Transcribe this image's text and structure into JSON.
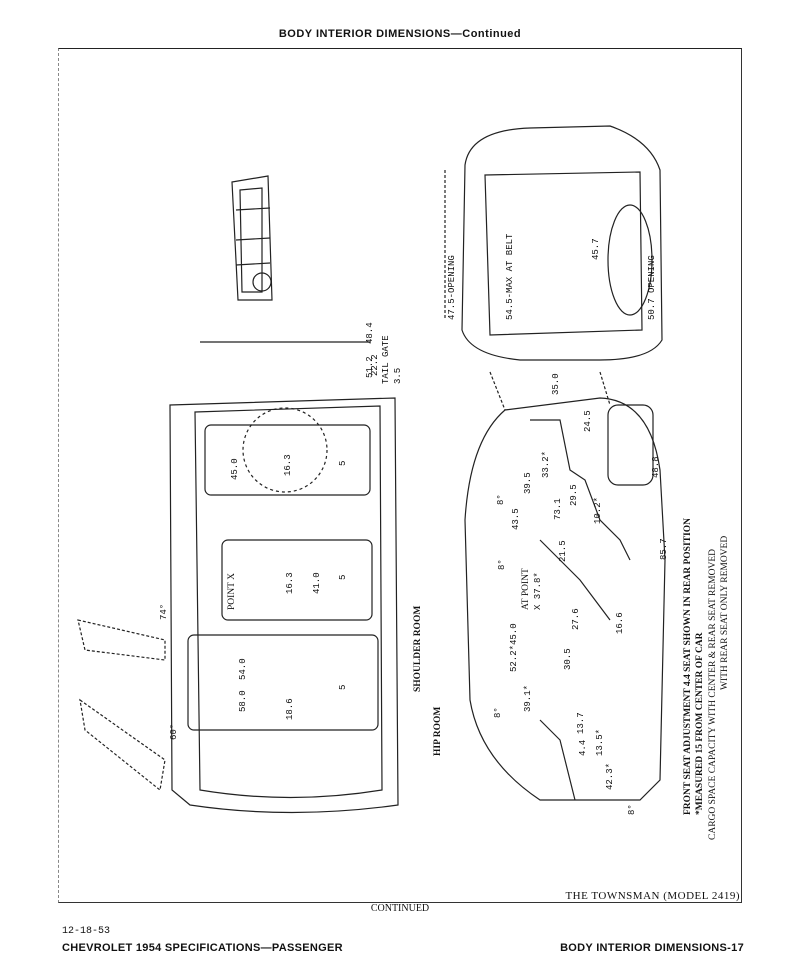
{
  "header": {
    "title": "BODY INTERIOR DIMENSIONS—Continued"
  },
  "rear_view": {
    "labels": [
      "47.5-OPENING",
      "54.5-MAX AT BELT",
      "45.7",
      "50.7 OPENING"
    ]
  },
  "plan_view": {
    "labels": [
      "22.2",
      "TAIL GATE",
      "3.5",
      "51.2",
      "48.4",
      "45.0",
      "16.3",
      "5",
      "POINT X",
      "16.3",
      "41.0",
      "5",
      "74°",
      "54.0",
      "58.0",
      "18.6",
      "5",
      "60°",
      "SHOULDER ROOM",
      "HIP ROOM"
    ]
  },
  "side_view": {
    "labels": [
      "35.0",
      "24.5",
      "33.2*",
      "39.5",
      "8°",
      "43.5",
      "29.5",
      "73.1",
      "10.2*",
      "48.8",
      "21.5",
      "8°",
      "AT POINT",
      "X 37.8*",
      "52.2*45.0",
      "27.6",
      "16.6",
      "30.5",
      "8°",
      "39.1*",
      "13.7",
      "4.4",
      "13.5*",
      "42.3*",
      "8°",
      "85.7"
    ]
  },
  "notes": [
    "FRONT SEAT ADJUSTMENT 4.4 SEAT SHOWN IN REAR POSITION",
    "*MEASURED 15 FROM CENTER OF CAR",
    "CARGO SPACE CAPACITY   WITH CENTER & REAR SEAT REMOVED",
    "WITH REAR SEAT ONLY REMOVED"
  ],
  "model_caption": "THE TOWNSMAN (MODEL 2419)",
  "continued": "CONTINUED",
  "date": "12-18-53",
  "footer_left": "CHEVROLET 1954 SPECIFICATIONS—PASSENGER",
  "footer_right": "BODY INTERIOR DIMENSIONS-17"
}
